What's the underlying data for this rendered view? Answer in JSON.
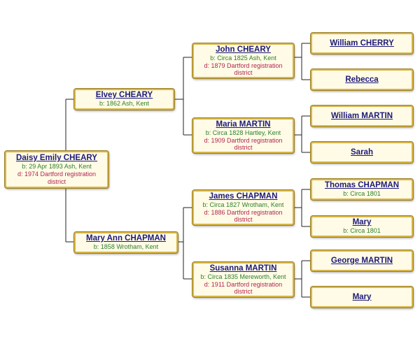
{
  "people": {
    "daisy": {
      "name": "Daisy Emily CHEARY",
      "born": "b: 29 Apr 1893 Ash, Kent",
      "died": "d: 1974 Dartford registration district"
    },
    "elvey": {
      "name": "Elvey CHEARY",
      "born": "b: 1862 Ash, Kent",
      "died": ""
    },
    "maryann": {
      "name": "Mary Ann CHAPMAN",
      "born": "b: 1858 Wrotham, Kent",
      "died": ""
    },
    "john": {
      "name": "John CHEARY",
      "born": "b: Circa 1825 Ash, Kent",
      "died": "d: 1879 Dartford registration district"
    },
    "maria": {
      "name": "Maria MARTIN",
      "born": "b: Circa 1828 Hartley, Kent",
      "died": "d: 1909 Dartford registration district"
    },
    "james": {
      "name": "James CHAPMAN",
      "born": "b: Circa 1827 Wrotham, Kent",
      "died": "d: 1886 Dartford registration district"
    },
    "susanna": {
      "name": "Susanna MARTIN",
      "born": "b: Circa 1835 Mereworth, Kent",
      "died": "d: 1911 Dartford registration district"
    },
    "william_cherry": {
      "name": "William CHERRY",
      "born": "",
      "died": ""
    },
    "rebecca": {
      "name": "Rebecca",
      "born": "",
      "died": ""
    },
    "william_martin": {
      "name": "William MARTIN",
      "born": "",
      "died": ""
    },
    "sarah": {
      "name": "Sarah",
      "born": "",
      "died": ""
    },
    "thomas": {
      "name": "Thomas CHAPMAN",
      "born": "b: Circa 1801",
      "died": ""
    },
    "mary1": {
      "name": "Mary",
      "born": "b: Circa 1801",
      "died": ""
    },
    "george": {
      "name": "George MARTIN",
      "born": "",
      "died": ""
    },
    "mary2": {
      "name": "Mary",
      "born": "",
      "died": ""
    }
  }
}
